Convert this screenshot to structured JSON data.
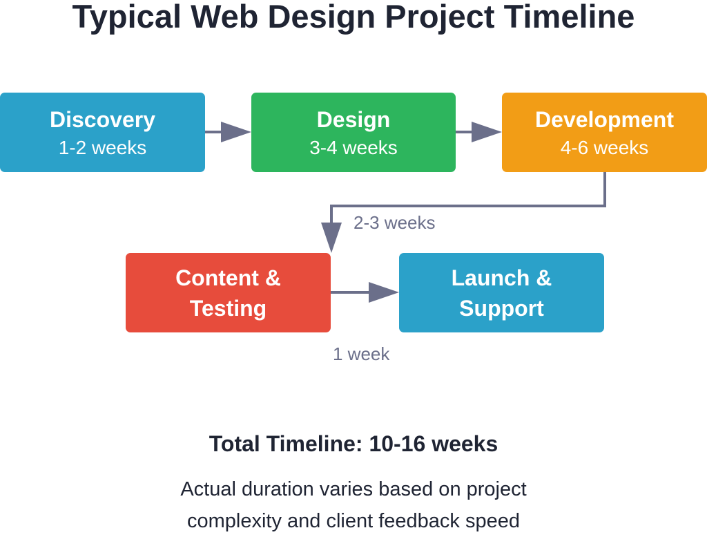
{
  "title": "Typical Web Design Project Timeline",
  "colors": {
    "discovery": "#2ba1c9",
    "design": "#2db55d",
    "development": "#f29d16",
    "content_testing": "#e74c3c",
    "launch_support": "#2ba1c9",
    "connector": "#6b6f8a",
    "text_dark": "#1f2433"
  },
  "stages": {
    "discovery": {
      "name": "Discovery",
      "duration": "1-2 weeks"
    },
    "design": {
      "name": "Design",
      "duration": "3-4 weeks"
    },
    "development": {
      "name": "Development",
      "duration": "4-6 weeks"
    },
    "content_testing": {
      "name_line1": "Content &",
      "name_line2": "Testing"
    },
    "launch_support": {
      "name_line1": "Launch &",
      "name_line2": "Support"
    }
  },
  "edge_labels": {
    "development_to_content": "2-3 weeks",
    "content_to_launch": "1 week"
  },
  "footer": {
    "total": "Total Timeline: 10-16 weeks",
    "note_line1": "Actual duration varies based on project",
    "note_line2": "complexity and client feedback speed"
  }
}
